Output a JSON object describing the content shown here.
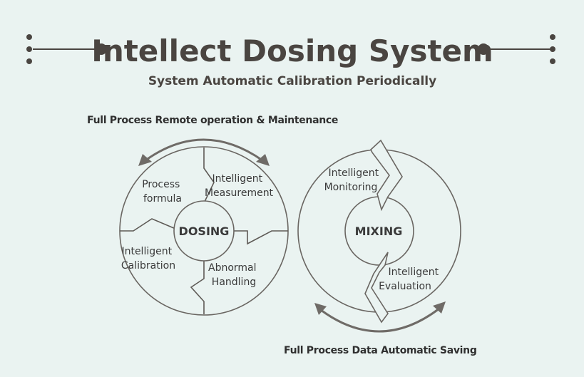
{
  "header": {
    "title": "Intellect Dosing System",
    "subtitle": "System Automatic Calibration Periodically"
  },
  "dosing": {
    "caption": "Full Process Remote operation & Maintenance",
    "center": "DOSING",
    "segments": {
      "process_formula": [
        "Process",
        "formula"
      ],
      "intelligent_measurement": [
        "Intelligent",
        "Measurement"
      ],
      "intelligent_calibration": [
        "Intelligent",
        "Calibration"
      ],
      "abnormal_handling": [
        "Abnormal",
        "Handling"
      ]
    }
  },
  "mixing": {
    "caption": "Full Process Data Automatic Saving",
    "center": "MIXING",
    "segments": {
      "intelligent_monitoring": [
        "Intelligent",
        "Monitoring"
      ],
      "intelligent_evaluation": [
        "Intelligent",
        "Evaluation"
      ]
    }
  }
}
